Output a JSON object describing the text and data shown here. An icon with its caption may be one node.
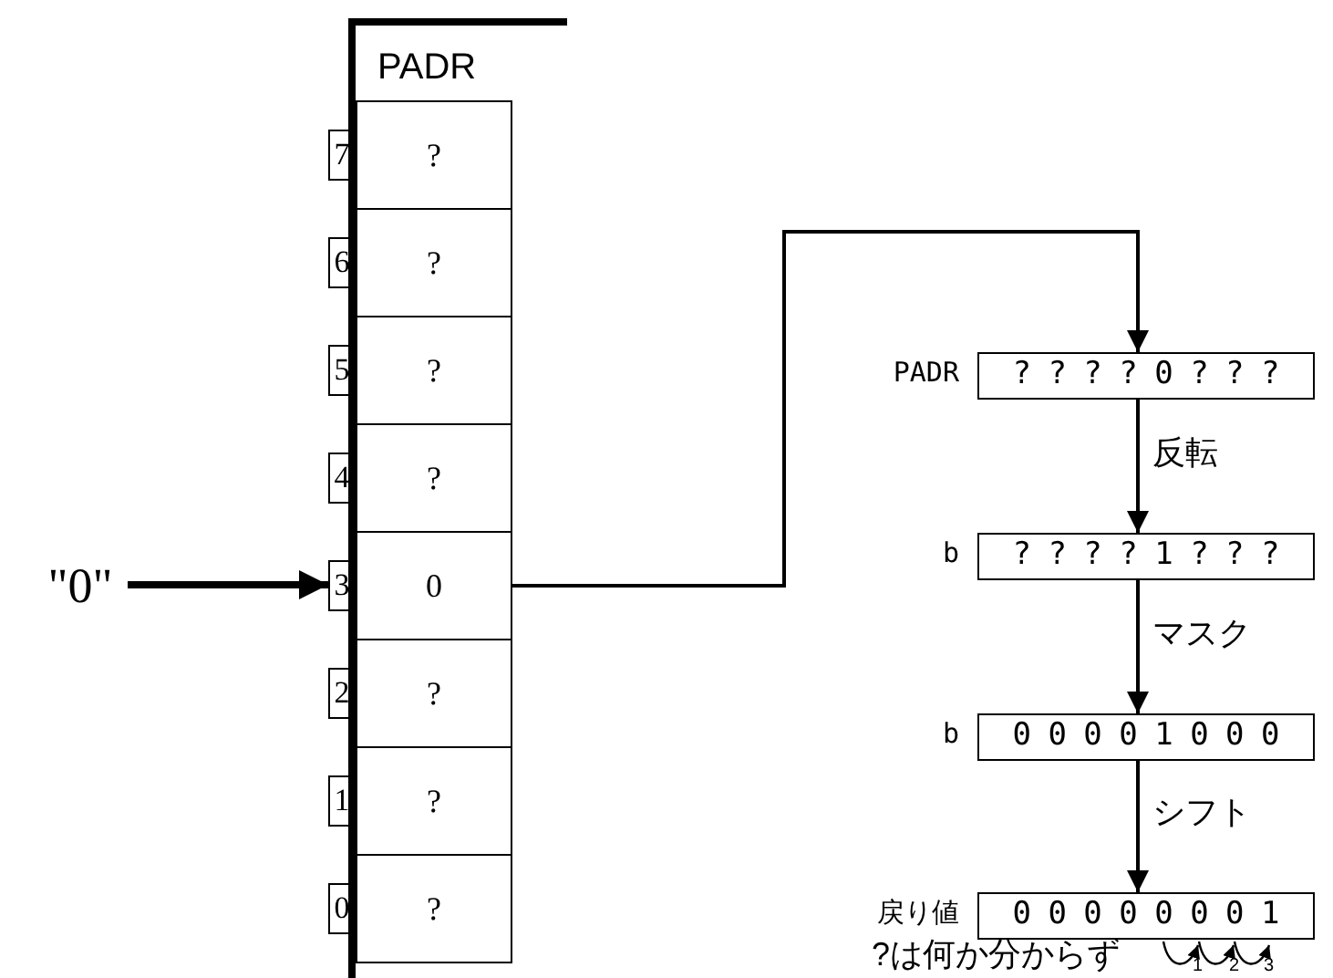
{
  "diagram": {
    "nodes": [
      {
        "text": [
          "PADR"
        ]
      },
      {
        "text": [
          "7"
        ]
      },
      {
        "text": [
          "?"
        ],
        "in": 0
      },
      {
        "text": [
          "6"
        ]
      },
      {
        "text": [
          "?"
        ],
        "in": 0
      },
      {
        "text": [
          "5"
        ]
      },
      {
        "text": [
          "?"
        ],
        "in": 0
      },
      {
        "text": [
          "4"
        ]
      },
      {
        "text": [
          "?"
        ],
        "in": 0
      },
      {
        "text": [
          "3"
        ]
      },
      {
        "text": [
          "0"
        ],
        "in": 0
      },
      {
        "text": [
          "2"
        ]
      },
      {
        "text": [
          "?"
        ],
        "in": 0
      },
      {
        "text": [
          "1"
        ]
      },
      {
        "text": [
          "?"
        ],
        "in": 0
      },
      {
        "text": [
          "0"
        ]
      },
      {
        "text": [
          "?"
        ],
        "in": 0
      },
      {
        "text": [
          "\"0\""
        ]
      },
      {
        "text": [
          "? ? ? ? 0 ? ? ?"
        ],
        "beside": [
          "PADR"
        ]
      },
      {
        "text": [
          "? ? ? ? 1 ? ? ?"
        ],
        "beside": [
          "b"
        ]
      },
      {
        "text": [
          "0 0 0 0 1 0 0 0"
        ],
        "beside": [
          "b"
        ]
      },
      {
        "text": [
          "0 0 0 0 0 0 0 1"
        ],
        "beside": [
          "戻り値"
        ]
      }
    ],
    "edges": [
      {
        "from": 17,
        "to": 9,
        "arrow": "to",
        "style": "thick"
      },
      {
        "from": 10,
        "to": 18,
        "arrow": "to"
      },
      {
        "from": 18,
        "to": 19,
        "arrow": "to",
        "label": "反転"
      },
      {
        "from": 19,
        "to": 20,
        "arrow": "to",
        "label": "マスク"
      },
      {
        "from": 20,
        "to": 21,
        "arrow": "to",
        "label": "シフト"
      }
    ],
    "labels": [
      "1",
      "2",
      "3",
      "?は何か分からず"
    ]
  }
}
